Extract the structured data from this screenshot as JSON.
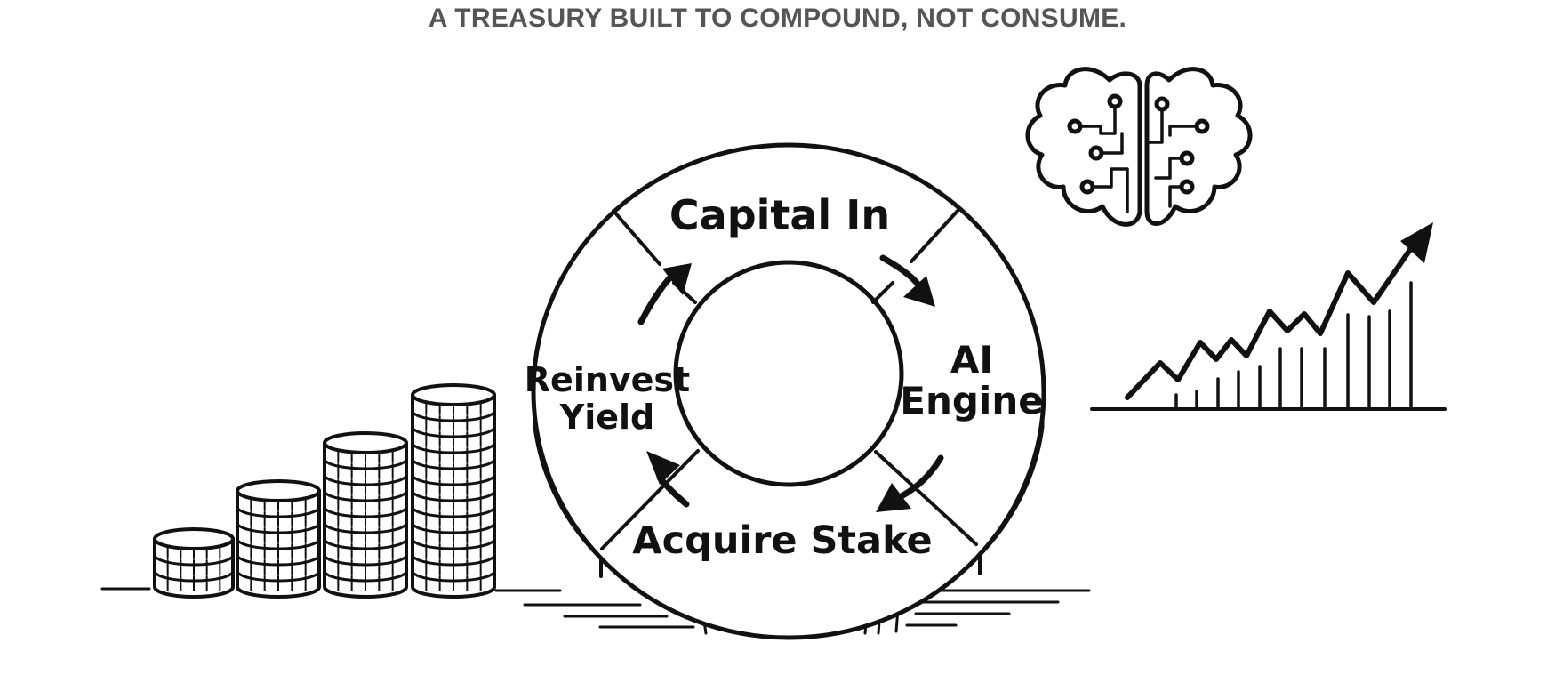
{
  "header": {
    "title": "A TREASURY BUILT TO COMPOUND, NOT CONSUME."
  },
  "cycle": {
    "steps": [
      {
        "label": "Capital In"
      },
      {
        "label_line1": "AI",
        "label_line2": "Engine"
      },
      {
        "label": "Acquire Stake"
      },
      {
        "label_line1": "Reinvest",
        "label_line2": "Yield"
      }
    ]
  },
  "icons": {
    "coin_stacks": "coin-stacks-icon",
    "cycle_wheel": "cycle-wheel-icon",
    "brain": "brain-circuit-icon",
    "growth_chart": "growth-chart-icon"
  },
  "colors": {
    "title": "#555555",
    "ink": "#111111",
    "background": "#ffffff"
  }
}
